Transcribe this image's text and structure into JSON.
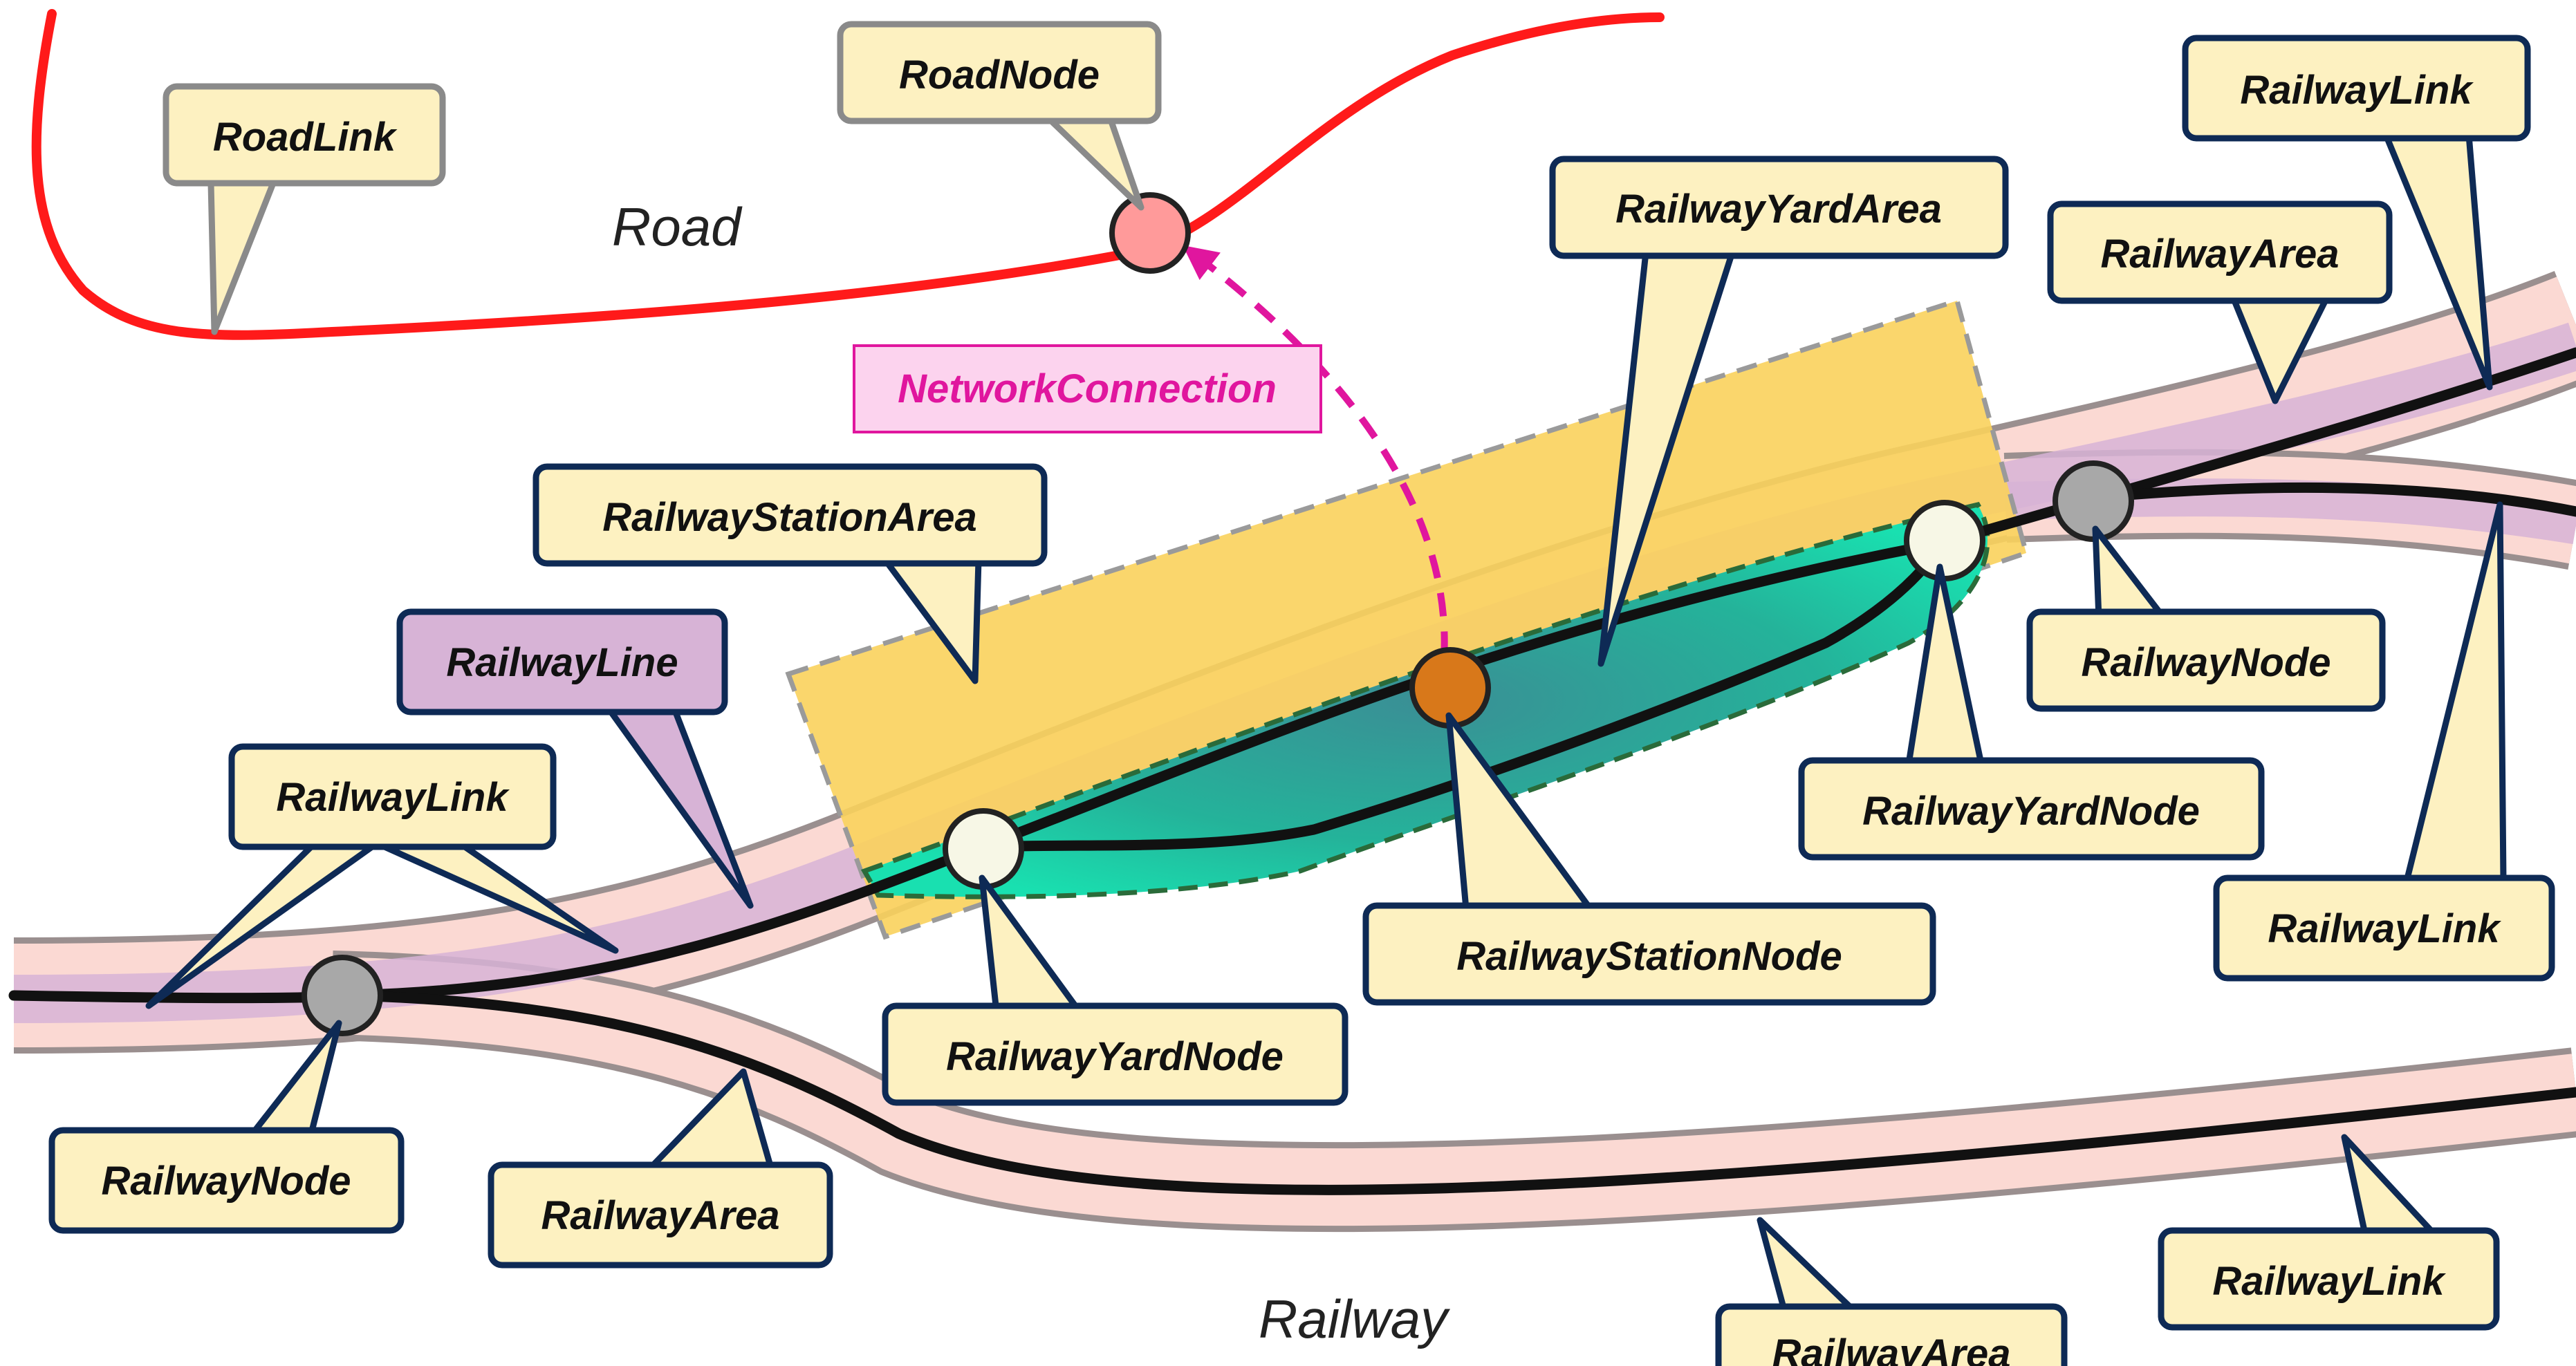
{
  "labels": {
    "road": "Road",
    "railway": "Railway",
    "network_connection": "NetworkConnection"
  },
  "callouts": {
    "road_link": "RoadLink",
    "road_node": "RoadNode",
    "railway_link_top_right": "RailwayLink",
    "railway_yard_area": "RailwayYardArea",
    "railway_area_top": "RailwayArea",
    "railway_station_area": "RailwayStationArea",
    "railway_line": "RailwayLine",
    "railway_link_left": "RailwayLink",
    "railway_node_left": "RailwayNode",
    "railway_area_bottom_left": "RailwayArea",
    "railway_yard_node_left": "RailwayYardNode",
    "railway_station_node": "RailwayStationNode",
    "railway_yard_node_right": "RailwayYardNode",
    "railway_node_right": "RailwayNode",
    "railway_link_right": "RailwayLink",
    "railway_link_bottom_right": "RailwayLink",
    "railway_area_bottom": "RailwayArea"
  },
  "colors": {
    "road": "#ff1a1a",
    "rail_track": "#111111",
    "railway_area_fill": "#fbd9d3",
    "railway_line_fill": "#d7b3d6",
    "station_area_fill": "#f9d25c",
    "yard_area_fill": "#19d6a8",
    "callout_fill": "#fdf1c1",
    "callout_border": "#0e2a55",
    "road_callout_border": "#8a8a8a",
    "network_connection": "#e0169e",
    "network_connection_fill": "#fcd3ee",
    "road_node": "#ff9a9a",
    "railway_node": "#a8a8a8",
    "yard_node": "#f7f7e6",
    "station_node": "#d8781a"
  }
}
